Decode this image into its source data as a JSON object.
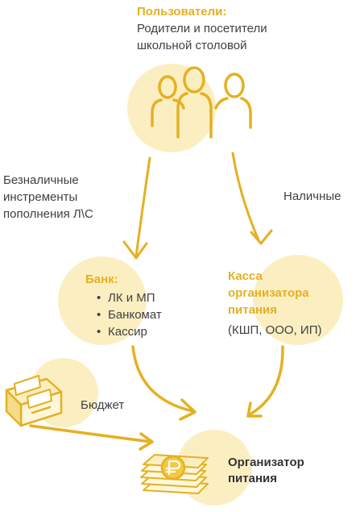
{
  "colors": {
    "accent": "#e5b021",
    "circle_fill": "#fbefc2",
    "text": "#404040",
    "dark_text": "#333333"
  },
  "users": {
    "title": "Пользователи:",
    "line1": "Родители и посетители",
    "line2": "школьной столовой",
    "icon": "people-icon"
  },
  "flows": {
    "cashless_line1": "Безналичные",
    "cashless_line2": "инстременты",
    "cashless_line3": "пополнения Л\\С",
    "cash": "Наличные"
  },
  "bank": {
    "title": "Банк:",
    "items": [
      "ЛК и МП",
      "Банкомат",
      "Кассир"
    ]
  },
  "cashier": {
    "title_line1": "Касса",
    "title_line2": "организатора",
    "title_line3": "питания",
    "subtitle": "(КШП, ООО, ИП)"
  },
  "budget": {
    "label": "Бюджет",
    "icon": "drawers-icon"
  },
  "organizer": {
    "title_line1": "Организатор",
    "title_line2": "питания",
    "icon": "money-stack-icon"
  }
}
